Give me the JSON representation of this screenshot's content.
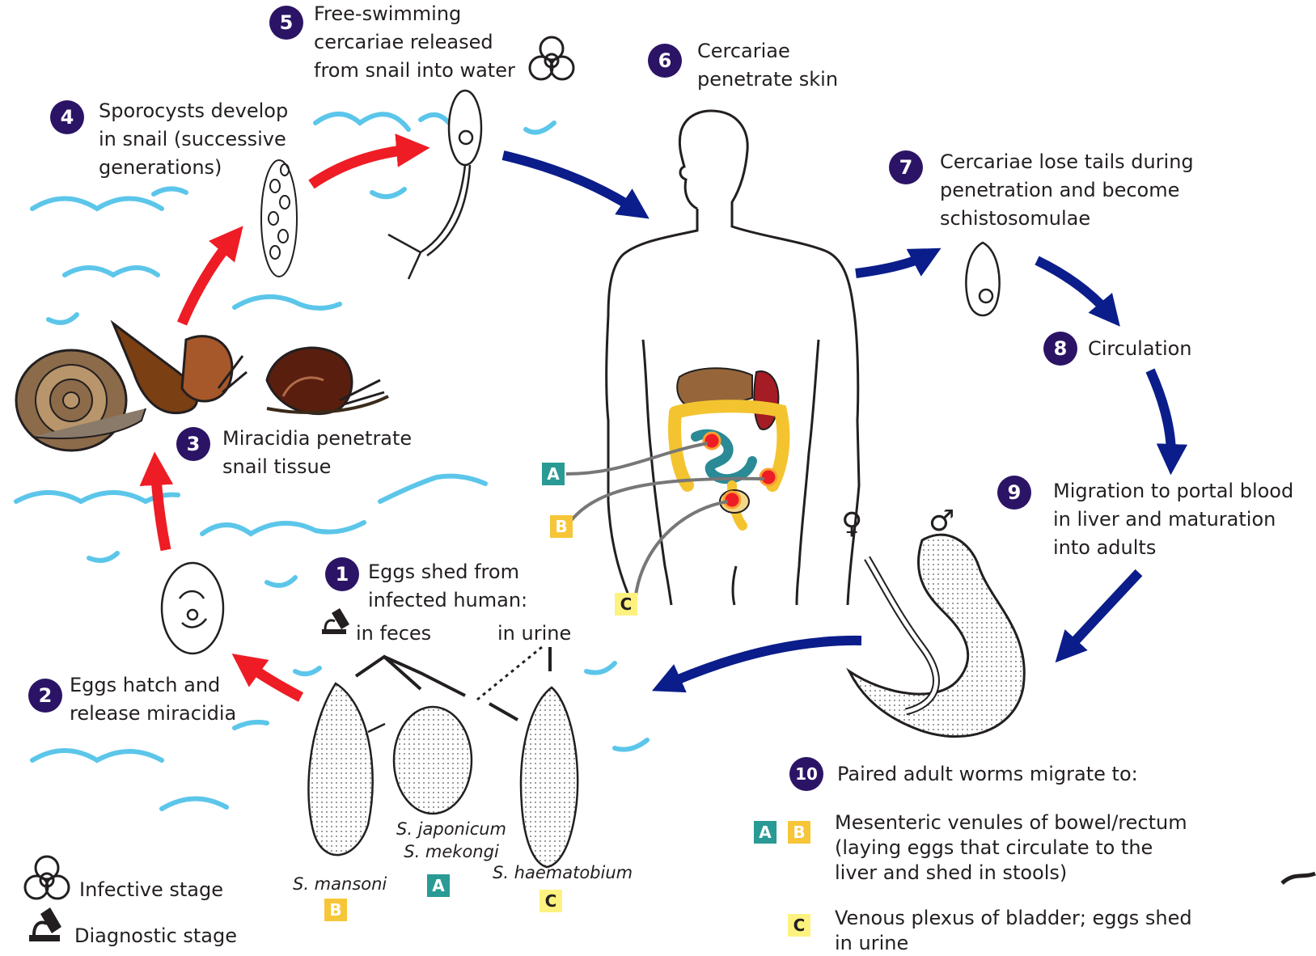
{
  "steps": [
    {
      "n": "1",
      "text": "Eggs shed from\ninfected human:"
    },
    {
      "n": "2",
      "text": "Eggs hatch and\nrelease miracidia"
    },
    {
      "n": "3",
      "text": "Miracidia penetrate\nsnail tissue"
    },
    {
      "n": "4",
      "text": "Sporocysts develop\nin snail (successive\ngenerations)"
    },
    {
      "n": "5",
      "text": "Free-swimming\ncercariae released\nfrom snail into water"
    },
    {
      "n": "6",
      "text": "Cercariae\npenetrate skin"
    },
    {
      "n": "7",
      "text": "Cercariae lose tails during\npenetration and become\nschistosomulae"
    },
    {
      "n": "8",
      "text": "Circulation"
    },
    {
      "n": "9",
      "text": "Migration to portal blood\nin liver and maturation\ninto adults"
    },
    {
      "n": "10",
      "text": "Paired adult worms migrate to:"
    }
  ],
  "shed_routes": {
    "feces": "in feces",
    "urine": "in urine"
  },
  "species": {
    "mansoni": "S. mansoni",
    "japonicum": "S. japonicum\nS. mekongi",
    "haematobium": "S. haematobium"
  },
  "site_labels": {
    "a": "A",
    "b": "B",
    "c": "C"
  },
  "sex_symbols": {
    "female": "♀",
    "male": "♂"
  },
  "destinations": {
    "bowel": "Mesenteric venules of bowel/rectum\n(laying eggs that circulate to the\nliver and shed in stools)",
    "bladder": "Venous plexus of bladder; eggs shed\nin urine"
  },
  "legend": {
    "infective": "Infective stage",
    "diagnostic": "Diagnostic stage"
  },
  "colors": {
    "red_arrow": "#ee1c25",
    "blue_arrow": "#0b1d8a",
    "wave": "#5cc6ea",
    "step_circle": "#2b1465",
    "label_a": "#2a9a95",
    "label_b": "#f7c538",
    "label_c": "#fdf27f"
  },
  "icons": [
    "biohazard-icon",
    "microscope-icon"
  ]
}
